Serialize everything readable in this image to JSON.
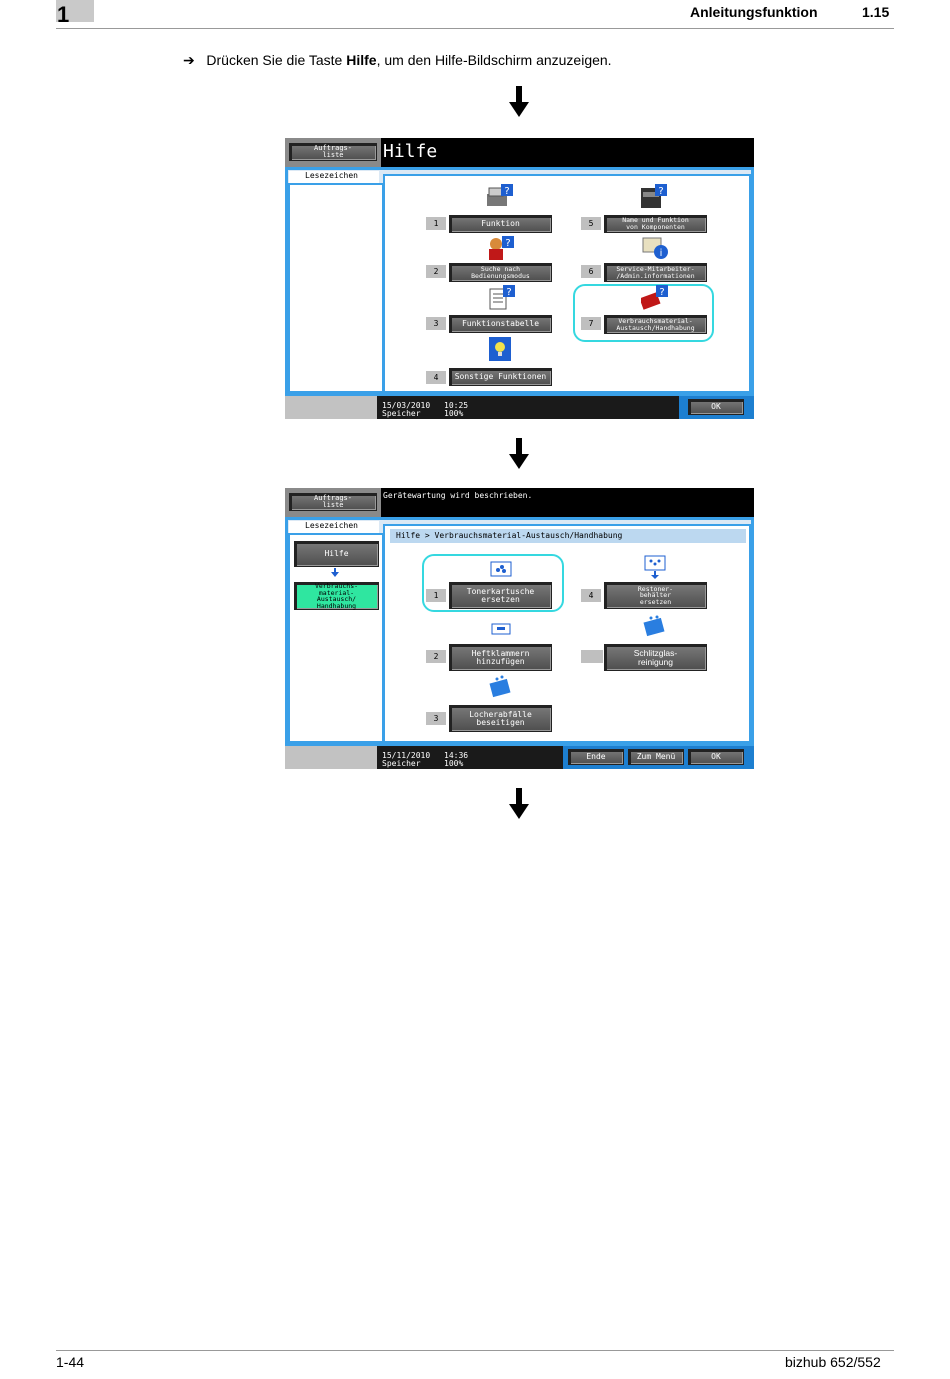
{
  "header": {
    "chapter": "1",
    "title": "Anleitungsfunktion",
    "section": "1.15"
  },
  "instruction": {
    "arrow": "➔",
    "pre": "Drücken Sie die Taste ",
    "bold": "Hilfe",
    "post": ", um den Hilfe-Bildschirm anzuzeigen."
  },
  "screen1": {
    "job_list_button": "Auftrags-\nliste",
    "title": "Hilfe",
    "bookmark_tab": "Lesezeichen",
    "items": [
      {
        "num": "1",
        "label": "Funktion"
      },
      {
        "num": "2",
        "label": "Suche nach\nBedienungsmodus"
      },
      {
        "num": "3",
        "label": "Funktionstabelle"
      },
      {
        "num": "4",
        "label": "Sonstige Funktionen"
      },
      {
        "num": "5",
        "label": "Name und Funktion\nvon Komponenten"
      },
      {
        "num": "6",
        "label": "Service-Mitarbeiter-\n/Admin.informationen"
      },
      {
        "num": "7",
        "label": "Verbrauchsmaterial-\nAustausch/Handhabung"
      }
    ],
    "status_date": "15/03/2010",
    "status_time": "10:25",
    "status_memory_label": "Speicher",
    "status_memory_value": "100%",
    "ok_button": "OK"
  },
  "screen2": {
    "job_list_button": "Auftrags-\nliste",
    "message": "Gerätewartung wird beschrieben.",
    "bookmark_tab": "Lesezeichen",
    "bookmark_help": "Hilfe",
    "bookmark_current": "Verbrauchs-\nmaterial-\nAustausch/\nHandhabung",
    "breadcrumb": "Hilfe > Verbrauchsmaterial-Austausch/Handhabung",
    "items": [
      {
        "num": "1",
        "label": "Tonerkartusche\nersetzen"
      },
      {
        "num": "2",
        "label": "Heftklammern\nhinzufügen"
      },
      {
        "num": "3",
        "label": "Locherabfälle\nbeseitigen"
      },
      {
        "num": "4",
        "label": "Restoner-\nbehälter\nersetzen"
      },
      {
        "num": "",
        "label": "Schlitzglas-\nreinigung"
      }
    ],
    "status_date": "15/11/2010",
    "status_time": "14:36",
    "status_memory_label": "Speicher",
    "status_memory_value": "100%",
    "end_button": "Ende",
    "menu_button": "Zum Menü",
    "ok_button": "OK"
  },
  "footer": {
    "page": "1-44",
    "product": "bizhub 652/552"
  },
  "colors": {
    "panel_border": "#3aa0e8",
    "highlight": "#35d8e0",
    "active_bookmark": "#2fe6a0"
  }
}
